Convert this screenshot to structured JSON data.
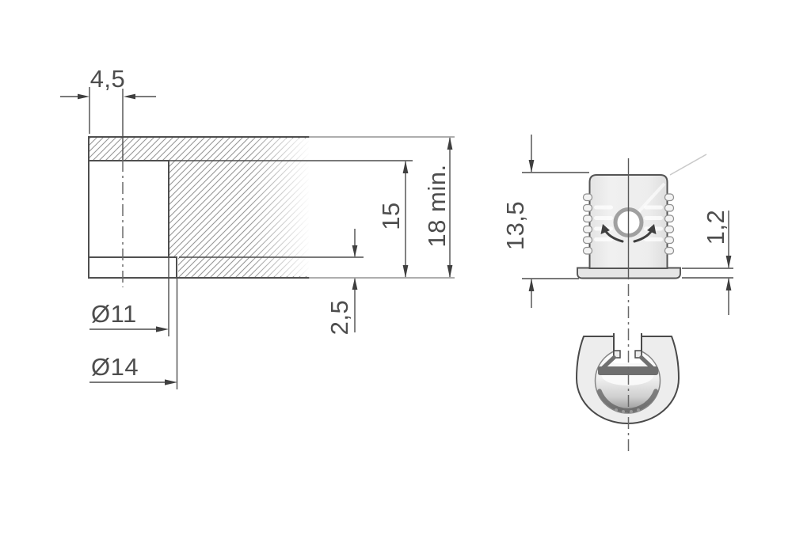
{
  "drawing": {
    "background": "#ffffff",
    "colors": {
      "part_outline": "#4f4f4f",
      "dimension_lines": "#4d4d4d",
      "dimension_text": "#4d4d4d",
      "hatching": "#979797",
      "faded_continuation": "#a3a3a3",
      "fitting_body_fill": "#ececec",
      "flange_fill": "#e6e6e6",
      "hole_ring": "#a0a0a0",
      "cam_bar": "#6f6f6f"
    },
    "section_view": {
      "dims": {
        "edge_distance": "4,5",
        "bore_depth": "15",
        "panel_thickness": "18 min.",
        "counterbore_depth": "2,5",
        "bore_diameter": "Ø11",
        "counterbore_diameter": "Ø14"
      }
    },
    "fitting_side_view": {
      "dims": {
        "housing_height": "13,5",
        "flange_thickness": "1,2"
      }
    }
  }
}
